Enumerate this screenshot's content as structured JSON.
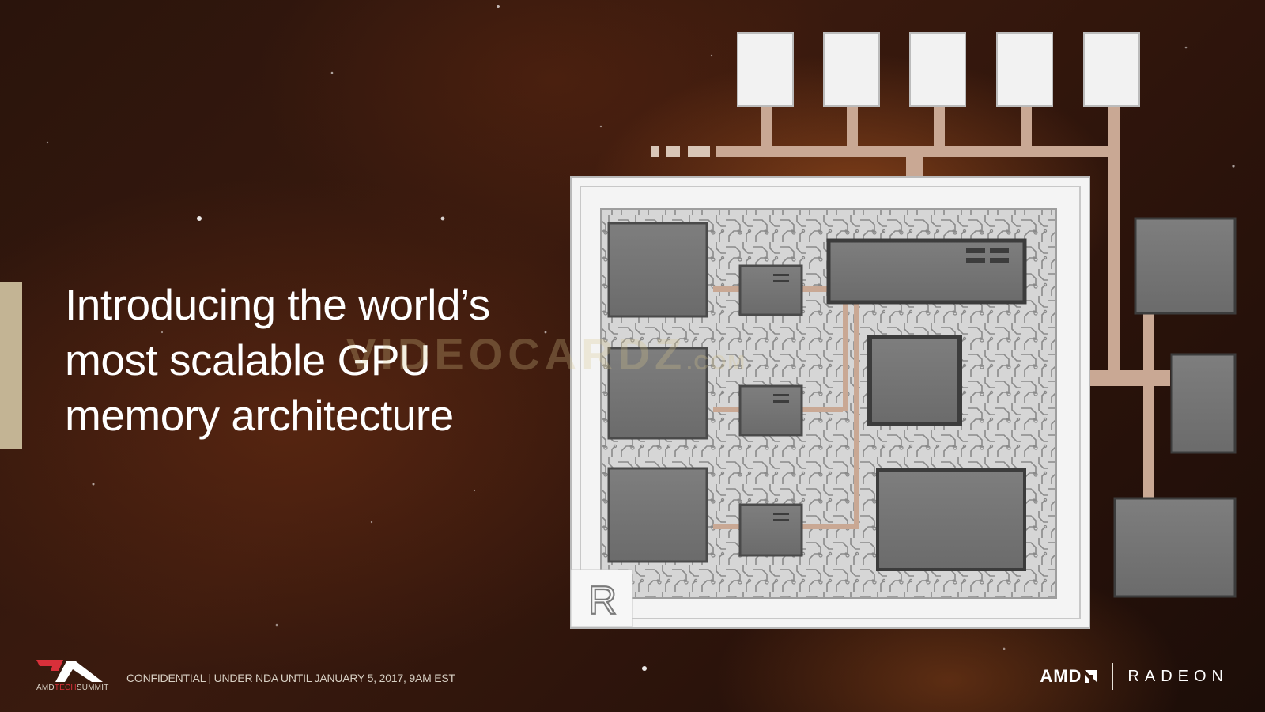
{
  "slide": {
    "headline_lines": [
      "Introducing the world’s",
      "most scalable GPU",
      "memory architecture"
    ]
  },
  "watermark": {
    "text": "VIDEOCARDZ",
    "suffix": ".COM"
  },
  "diagram": {
    "chip_logo_letter": "R"
  },
  "footer": {
    "event_logo_prefix": "AMD",
    "event_logo_highlight": "TECH",
    "event_logo_suffix": "SUMMIT",
    "confidential_text": "CONFIDENTIAL | UNDER NDA UNTIL JANUARY 5, 2017, 9AM EST",
    "brand_left": "AMD",
    "brand_right": "RADEON"
  },
  "colors": {
    "accent_bar": "#c3b494",
    "trace": "#c9a894",
    "module": "#7a7a7a",
    "logo_red": "#d8303a"
  }
}
